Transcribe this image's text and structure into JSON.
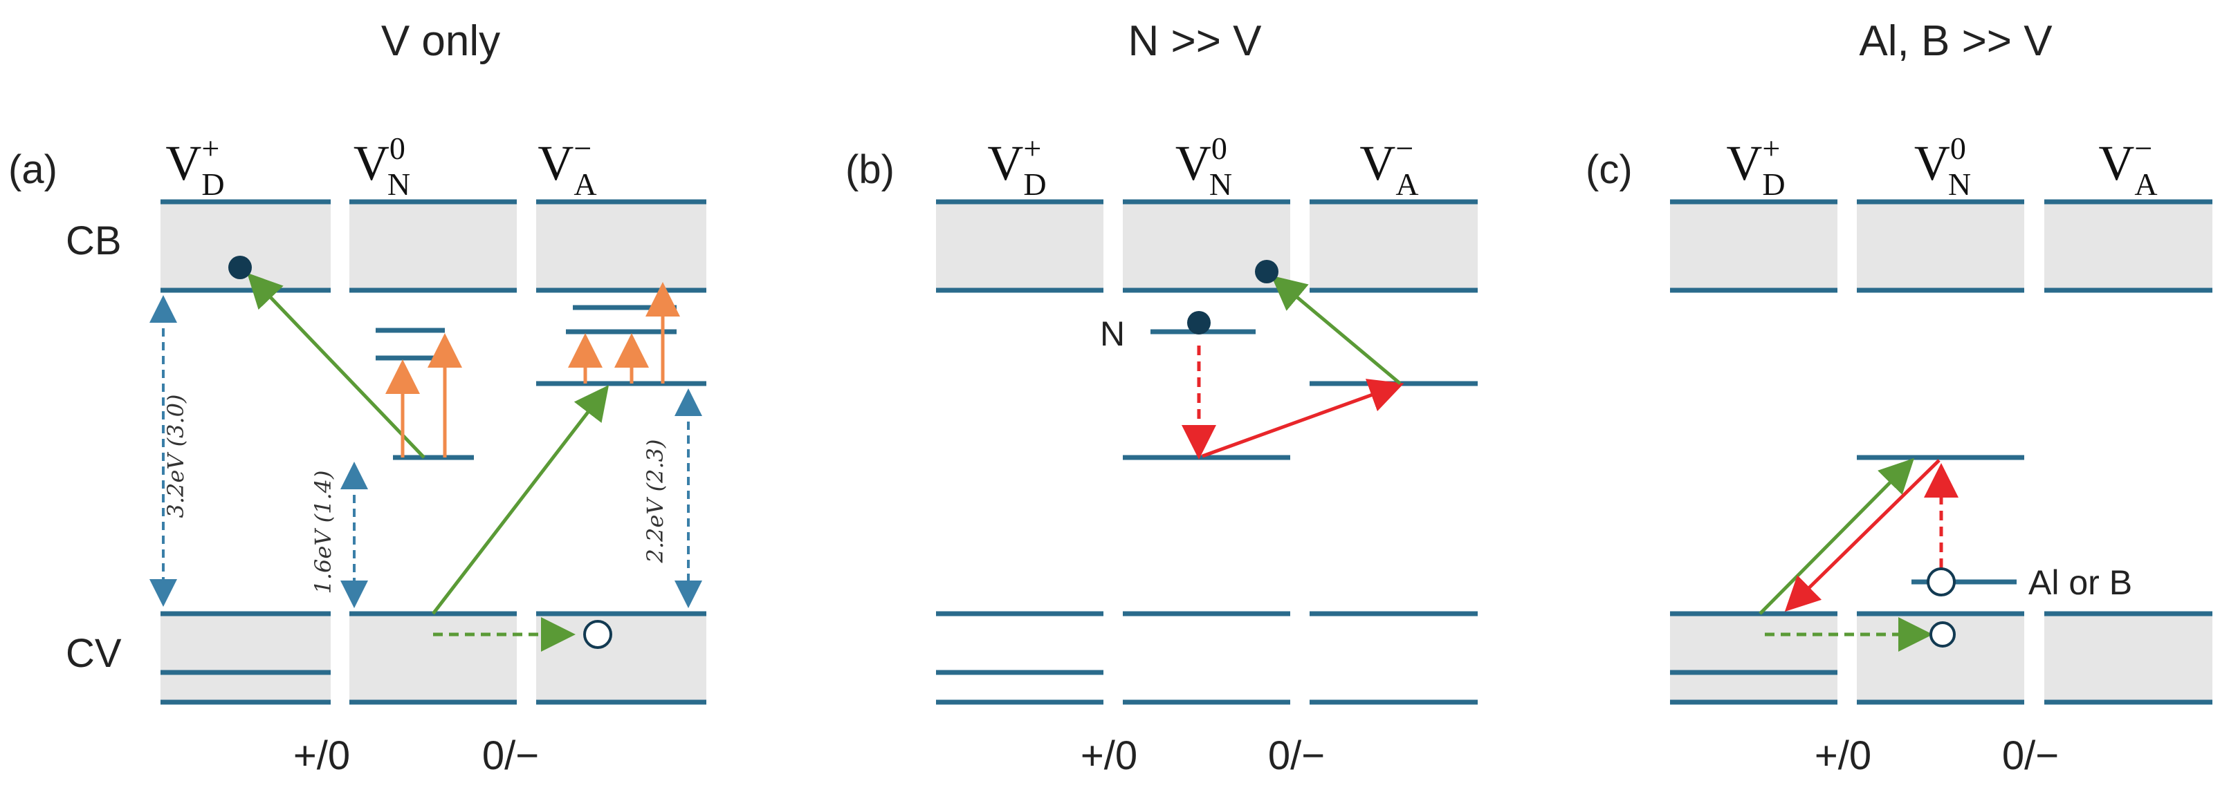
{
  "colors": {
    "level": "#2a6b8c",
    "band_fill": "#e6e6e6",
    "electron": "#123a52",
    "hole_stroke": "#123a52",
    "green_arrow": "#5a9a36",
    "orange_arrow": "#f08a4b",
    "red_arrow": "#e8262a",
    "dim_arrow": "#3a7fa8"
  },
  "panels": {
    "a": {
      "label": "(a)",
      "title": "V only",
      "cb_label": "CB",
      "cv_label": "CV",
      "col1": {
        "base": "V",
        "sup": "+",
        "sub": "D"
      },
      "col2": {
        "base": "V",
        "sup": "0",
        "sub": "N"
      },
      "col3": {
        "base": "V",
        "sup": "−",
        "sub": "A"
      },
      "energy1": "3.2eV (3.0)",
      "energy2": "1.6eV (1.4)",
      "energy3": "2.2eV (2.3)",
      "trans1": "+/0",
      "trans2": "0/−"
    },
    "b": {
      "label": "(b)",
      "title": "N >> V",
      "col1": {
        "base": "V",
        "sup": "+",
        "sub": "D"
      },
      "col2": {
        "base": "V",
        "sup": "0",
        "sub": "N"
      },
      "col3": {
        "base": "V",
        "sup": "−",
        "sub": "A"
      },
      "n_label": "N",
      "trans1": "+/0",
      "trans2": "0/−"
    },
    "c": {
      "label": "(c)",
      "title": "Al, B >> V",
      "col1": {
        "base": "V",
        "sup": "+",
        "sub": "D"
      },
      "col2": {
        "base": "V",
        "sup": "0",
        "sub": "N"
      },
      "col3": {
        "base": "V",
        "sup": "−",
        "sub": "A"
      },
      "alb_label": "Al or B",
      "trans1": "+/0",
      "trans2": "0/−"
    }
  }
}
